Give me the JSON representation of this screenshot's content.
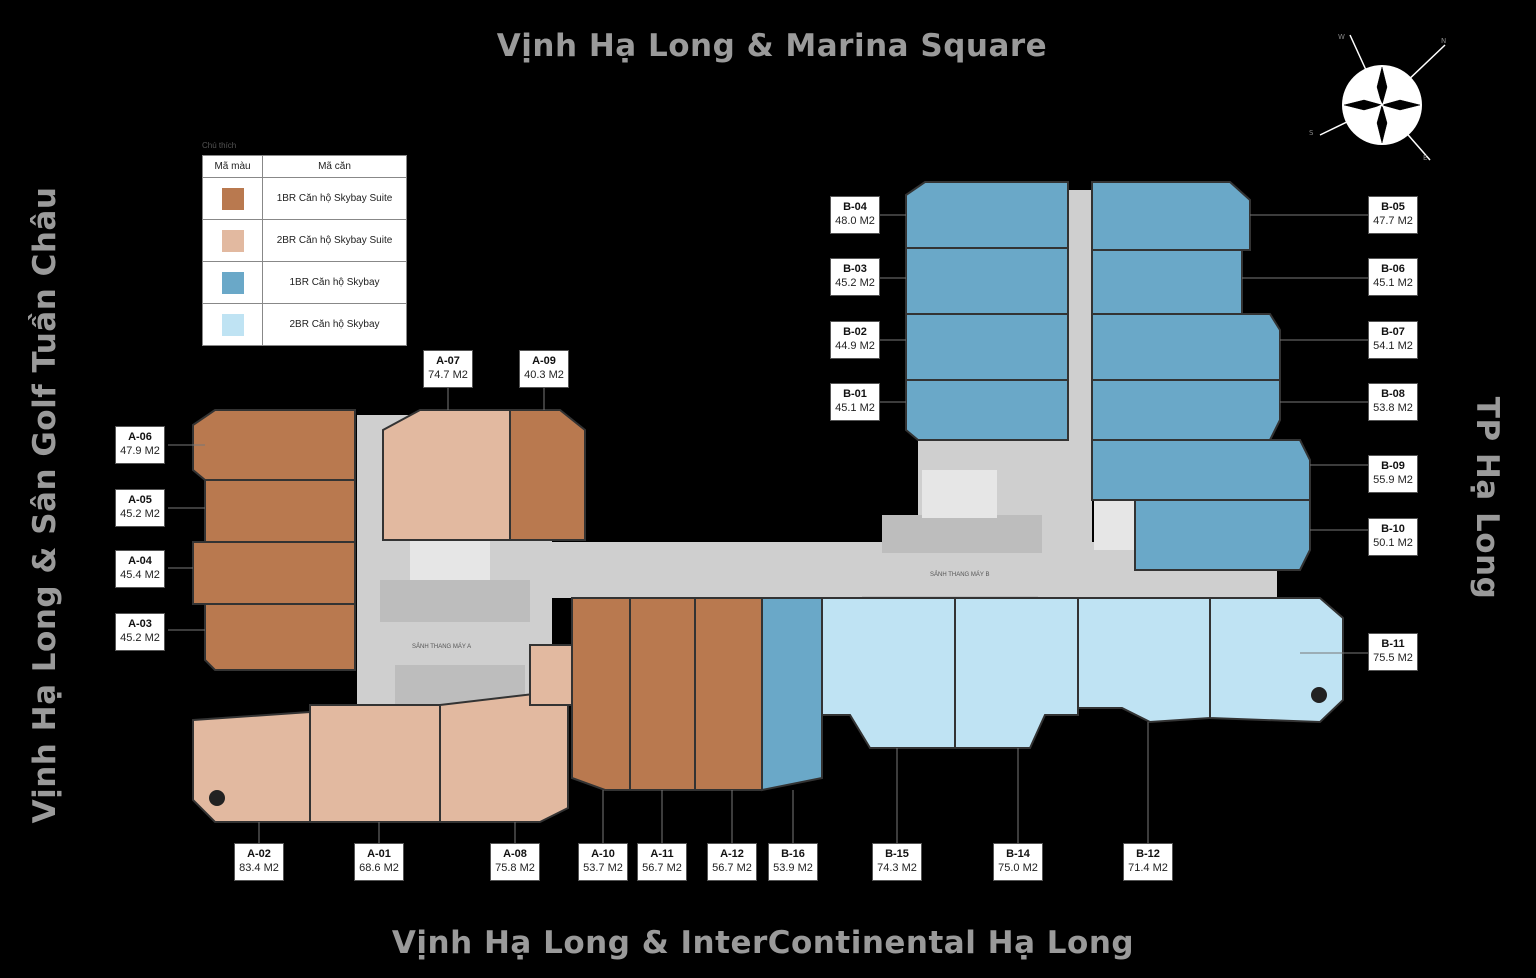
{
  "views": {
    "top": "Vịnh Hạ Long & Marina Square",
    "bottom": "Vịnh Hạ Long & InterContinental Hạ Long",
    "left": "Vịnh Hạ Long & Sân Golf Tuần Châu",
    "right": "TP Hạ Long"
  },
  "legend": {
    "caption": "Chú thích",
    "header_color": "Mã màu",
    "header_code": "Mã căn",
    "items": [
      {
        "color": "#b9794f",
        "label": "1BR Căn hộ Skybay Suite"
      },
      {
        "color": "#e2b9a0",
        "label": "2BR Căn hộ Skybay Suite"
      },
      {
        "color": "#6aa8c8",
        "label": "1BR Căn hộ Skybay"
      },
      {
        "color": "#bfe3f3",
        "label": "2BR Căn hộ Skybay"
      }
    ]
  },
  "lobbies": {
    "a": "SẢNH THANG MÁY A",
    "b": "SẢNH THANG MÁY B"
  },
  "compass": {
    "n": "N",
    "s": "S",
    "e": "E",
    "w": "W"
  },
  "units": [
    {
      "code": "A-01",
      "area": "68.6 M2",
      "type": "2br-suite"
    },
    {
      "code": "A-02",
      "area": "83.4 M2",
      "type": "2br-suite"
    },
    {
      "code": "A-03",
      "area": "45.2 M2",
      "type": "1br-suite"
    },
    {
      "code": "A-04",
      "area": "45.4 M2",
      "type": "1br-suite"
    },
    {
      "code": "A-05",
      "area": "45.2 M2",
      "type": "1br-suite"
    },
    {
      "code": "A-06",
      "area": "47.9 M2",
      "type": "1br-suite"
    },
    {
      "code": "A-07",
      "area": "74.7 M2",
      "type": "2br-suite"
    },
    {
      "code": "A-08",
      "area": "75.8 M2",
      "type": "2br-suite"
    },
    {
      "code": "A-09",
      "area": "40.3 M2",
      "type": "1br-suite"
    },
    {
      "code": "A-10",
      "area": "53.7 M2",
      "type": "1br-suite"
    },
    {
      "code": "A-11",
      "area": "56.7 M2",
      "type": "1br-suite"
    },
    {
      "code": "A-12",
      "area": "56.7 M2",
      "type": "1br-suite"
    },
    {
      "code": "B-01",
      "area": "45.1 M2",
      "type": "1br"
    },
    {
      "code": "B-02",
      "area": "44.9 M2",
      "type": "1br"
    },
    {
      "code": "B-03",
      "area": "45.2 M2",
      "type": "1br"
    },
    {
      "code": "B-04",
      "area": "48.0 M2",
      "type": "1br"
    },
    {
      "code": "B-05",
      "area": "47.7 M2",
      "type": "1br"
    },
    {
      "code": "B-06",
      "area": "45.1 M2",
      "type": "1br"
    },
    {
      "code": "B-07",
      "area": "54.1 M2",
      "type": "1br"
    },
    {
      "code": "B-08",
      "area": "53.8 M2",
      "type": "1br"
    },
    {
      "code": "B-09",
      "area": "55.9 M2",
      "type": "1br"
    },
    {
      "code": "B-10",
      "area": "50.1 M2",
      "type": "1br"
    },
    {
      "code": "B-11",
      "area": "75.5 M2",
      "type": "2br"
    },
    {
      "code": "B-12",
      "area": "71.4 M2",
      "type": "2br"
    },
    {
      "code": "B-14",
      "area": "75.0 M2",
      "type": "2br"
    },
    {
      "code": "B-15",
      "area": "74.3 M2",
      "type": "2br"
    },
    {
      "code": "B-16",
      "area": "53.9 M2",
      "type": "1br"
    }
  ]
}
